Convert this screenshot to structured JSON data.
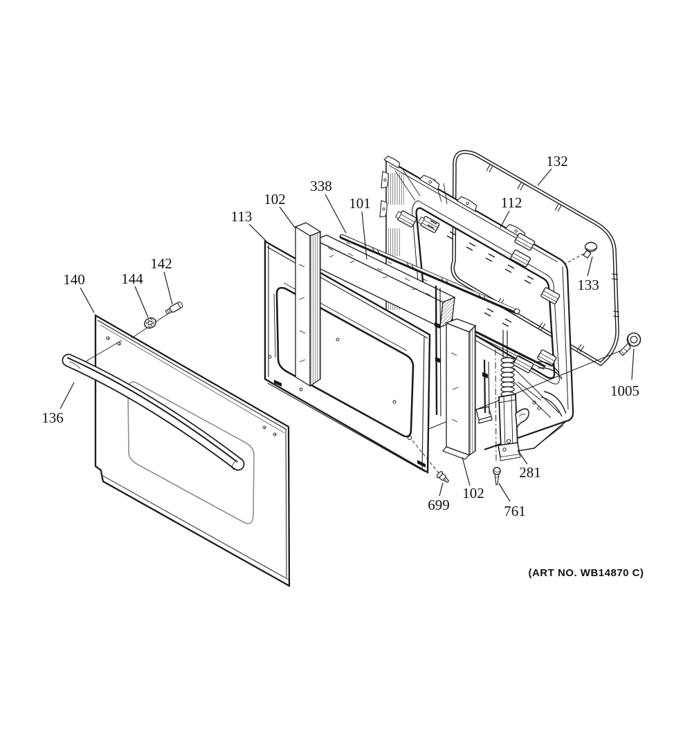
{
  "figure": {
    "art_no": "(ART NO. WB14870 C)",
    "ink_color": "#1b1b1b",
    "background_color": "#ffffff",
    "callouts": [
      {
        "label": "140"
      },
      {
        "label": "144"
      },
      {
        "label": "142"
      },
      {
        "label": "136"
      },
      {
        "label": "113"
      },
      {
        "label": "102"
      },
      {
        "label": "338"
      },
      {
        "label": "101"
      },
      {
        "label": "112"
      },
      {
        "label": "132"
      },
      {
        "label": "133"
      },
      {
        "label": "1005"
      },
      {
        "label": "281"
      },
      {
        "label": "761"
      },
      {
        "label": "699"
      },
      {
        "label": "102"
      }
    ]
  }
}
